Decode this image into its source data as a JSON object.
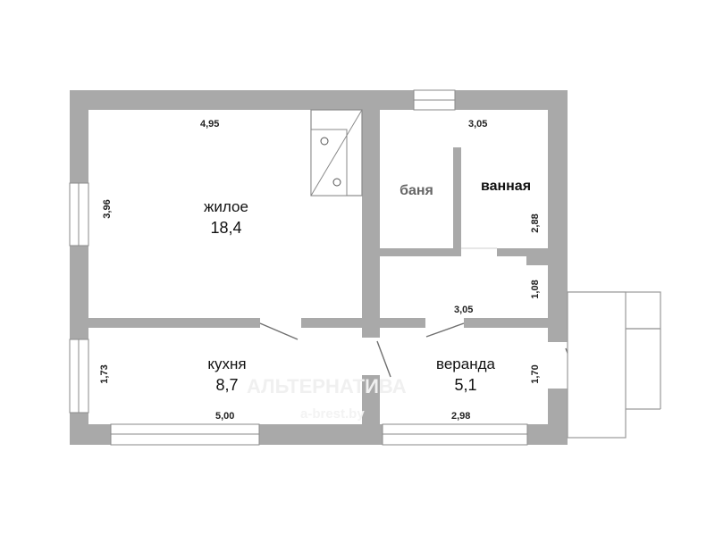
{
  "rooms": {
    "living": {
      "name": "жилое",
      "area": "18,4",
      "width": "4,95",
      "depth": "3,96"
    },
    "kitchen": {
      "name": "кухня",
      "area": "8,7",
      "width": "5,00",
      "depth": "1,73"
    },
    "veranda": {
      "name": "веранда",
      "area": "5,1",
      "width": "2,98",
      "depth": "1,70"
    },
    "sauna": {
      "name": "баня"
    },
    "bathroom": {
      "name": "ванная",
      "width": "3,05",
      "depth": "2,88"
    },
    "hall": {
      "width": "3,05",
      "depth": "1,08"
    }
  },
  "watermark": {
    "brand": "АЛЬТЕРНАТИВА",
    "site": "a-brest.by"
  },
  "colors": {
    "wall": "#a9a9a9",
    "floor": "#ffffff"
  }
}
